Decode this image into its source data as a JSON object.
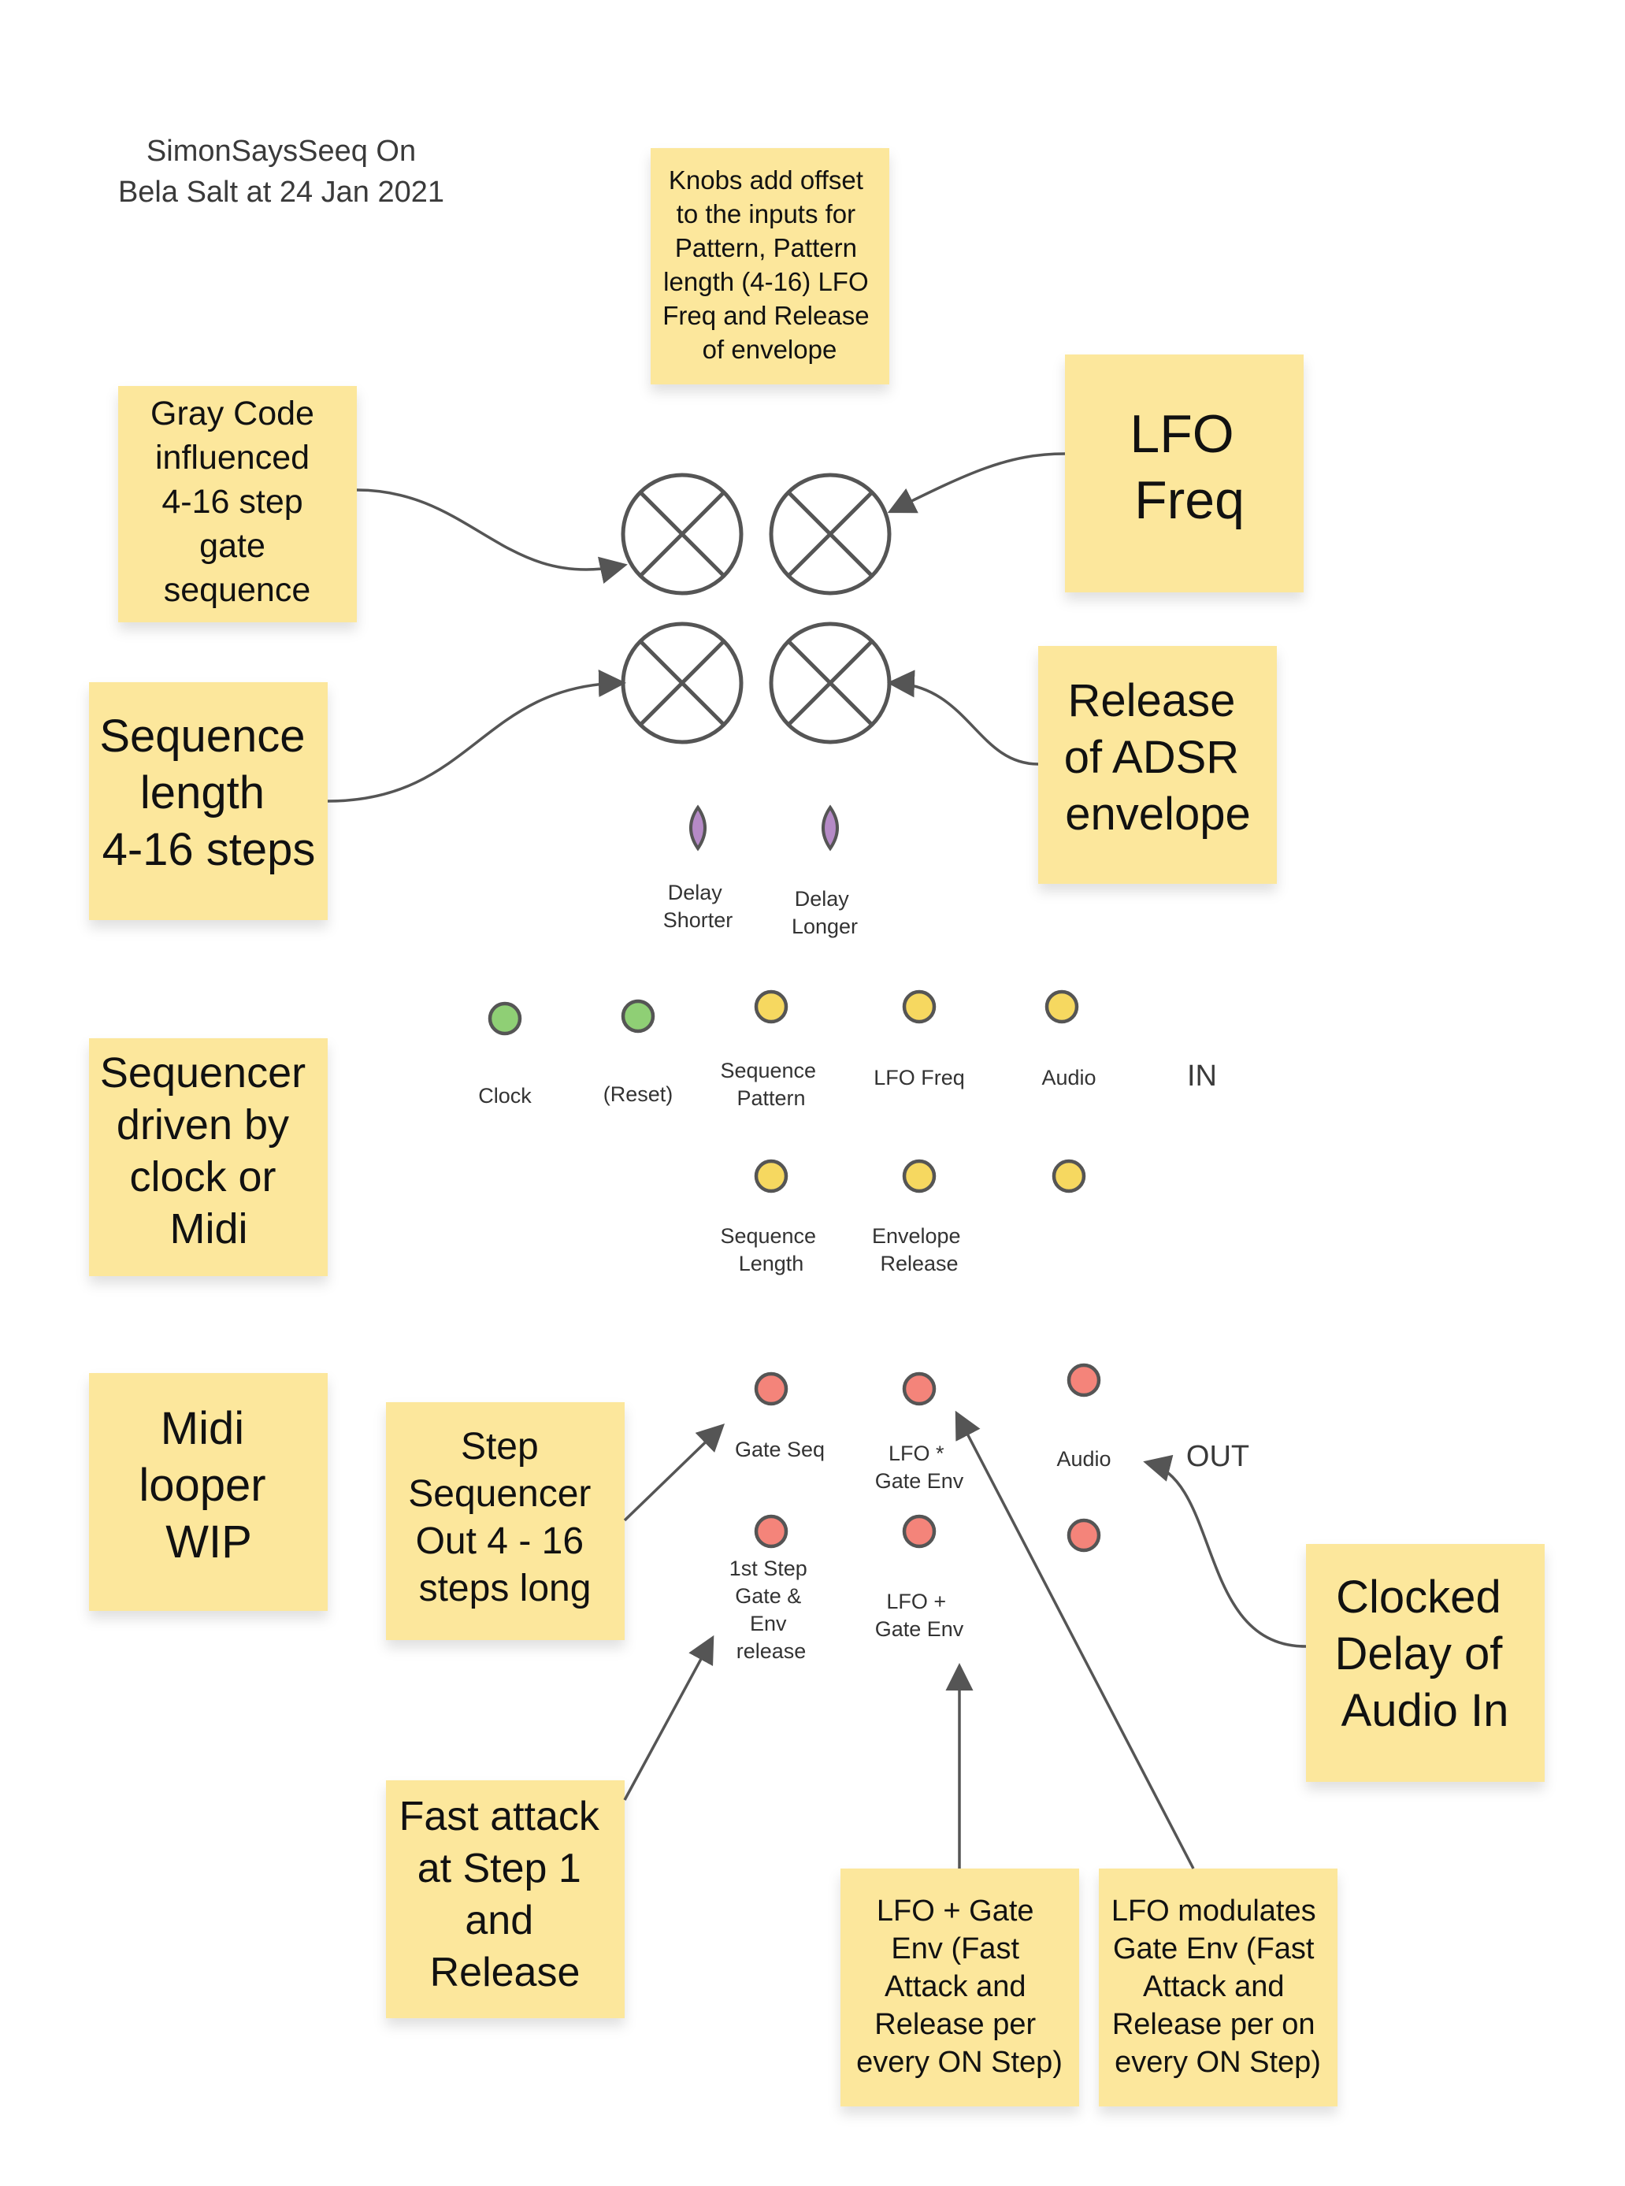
{
  "header": {
    "title_line1": "SimonSaysSeeq On",
    "title_line2": "Bela Salt at 24 Jan 2021"
  },
  "notes": {
    "knobs_offset": [
      "Knobs add offset",
      "to the inputs for",
      "Pattern, Pattern",
      "length (4-16) LFO",
      "Freq and Release",
      "of envelope"
    ],
    "gray_code": [
      "Gray Code",
      "influenced",
      "4-16 step",
      "gate",
      "sequence"
    ],
    "lfo_freq": [
      "LFO",
      "Freq"
    ],
    "sequence_length": [
      "Sequence",
      "length",
      "4-16 steps"
    ],
    "release_adsr": [
      "Release",
      "of ADSR",
      "envelope"
    ],
    "sequencer_driven": [
      "Sequencer",
      "driven by",
      "clock or",
      "Midi"
    ],
    "midi_looper": [
      "Midi",
      "looper",
      "WIP"
    ],
    "step_sequencer_out": [
      "Step",
      "Sequencer",
      "Out 4 - 16",
      "steps long"
    ],
    "clocked_delay": [
      "Clocked",
      "Delay of",
      "Audio In"
    ],
    "fast_attack": [
      "Fast attack",
      "at Step 1",
      "and",
      "Release"
    ],
    "lfo_plus_gate": [
      "LFO + Gate",
      "Env (Fast",
      "Attack and",
      "Release per",
      "every ON Step)"
    ],
    "lfo_modulates": [
      "LFO modulates",
      "Gate Env (Fast",
      "Attack and",
      "Release per on",
      "every ON Step)"
    ]
  },
  "buttons": {
    "delay_shorter": [
      "Delay",
      "Shorter"
    ],
    "delay_longer": [
      "Delay",
      "Longer"
    ]
  },
  "inputs": {
    "clock": "Clock",
    "reset": "(Reset)",
    "sequence_pattern": [
      "Sequence",
      "Pattern"
    ],
    "lfo_freq": "LFO Freq",
    "audio": "Audio",
    "in_label": "IN",
    "sequence_length": [
      "Sequence",
      "Length"
    ],
    "envelope_release": [
      "Envelope",
      "Release"
    ]
  },
  "outputs": {
    "gate_seq": "Gate Seq",
    "lfo_times_gate": [
      "LFO *",
      "Gate Env"
    ],
    "audio": "Audio",
    "out_label": "OUT",
    "first_step": [
      "1st Step",
      "Gate &",
      "Env",
      "release"
    ],
    "lfo_plus_gate": [
      "LFO +",
      "Gate Env"
    ]
  },
  "colors": {
    "sticky": "#fce79c",
    "jack_green": "#8fcf75",
    "jack_yellow": "#f6d860",
    "jack_red": "#f4847a",
    "button_purple": "#b58ac6",
    "stroke": "#555555"
  }
}
